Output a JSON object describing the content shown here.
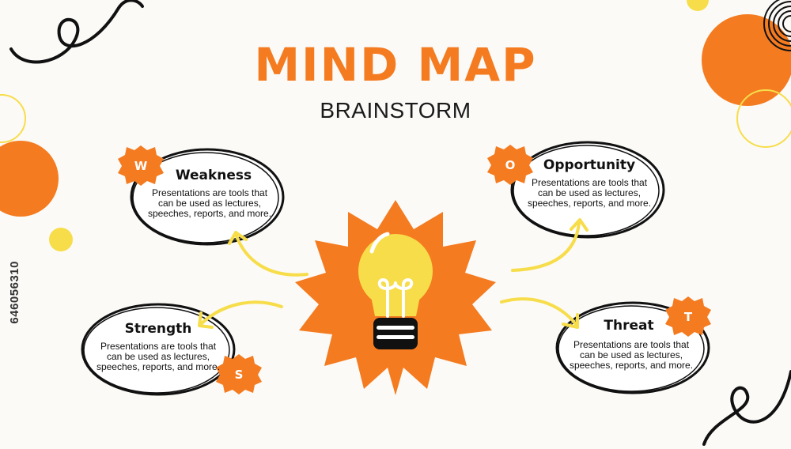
{
  "header": {
    "title": "MIND MAP",
    "subtitle": "BRAINSTORM"
  },
  "center": {
    "icon": "lightbulb-icon"
  },
  "nodes": {
    "weakness": {
      "badge": "W",
      "title": "Weakness",
      "text_lines": [
        "Presentations are tools that",
        "can be used as lectures,",
        "speeches, reports, and more."
      ]
    },
    "opportunity": {
      "badge": "O",
      "title": "Opportunity",
      "text_lines": [
        "Presentations are tools that",
        "can be used as lectures,",
        "speeches, reports, and more."
      ]
    },
    "strength": {
      "badge": "S",
      "title": "Strength",
      "text_lines": [
        "Presentations are tools that",
        "can be used as lectures,",
        "speeches, reports, and more."
      ]
    },
    "threat": {
      "badge": "T",
      "title": "Threat",
      "text_lines": [
        "Presentations are tools that",
        "can be used as lectures,",
        "speeches, reports, and more."
      ]
    }
  },
  "watermark": "646056310",
  "colors": {
    "accent": "#f47b20",
    "yellow": "#f7dd4a",
    "outline": "#111111",
    "background": "#fbfaf7"
  }
}
